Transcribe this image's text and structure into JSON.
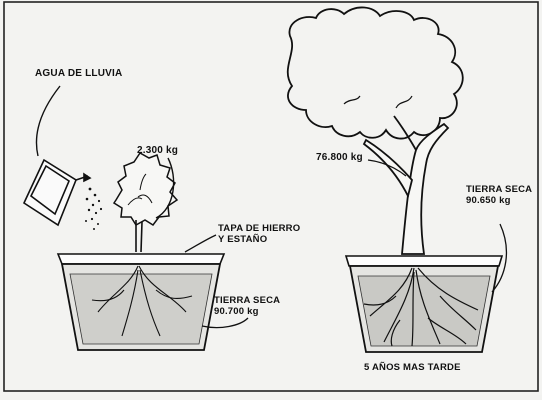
{
  "labels": {
    "rain_water": "AGUA DE LLUVIA",
    "small_tree_mass": "2.300 kg",
    "lid": "TAPA DE HIERRO\nY ESTAÑO",
    "dry_soil_before": "TIERRA SECA\n90.700 kg",
    "big_tree_mass": "76.800 kg",
    "dry_soil_after": "TIERRA SECA\n90.650 kg",
    "five_years_later": "5 AÑOS MAS TARDE"
  }
}
